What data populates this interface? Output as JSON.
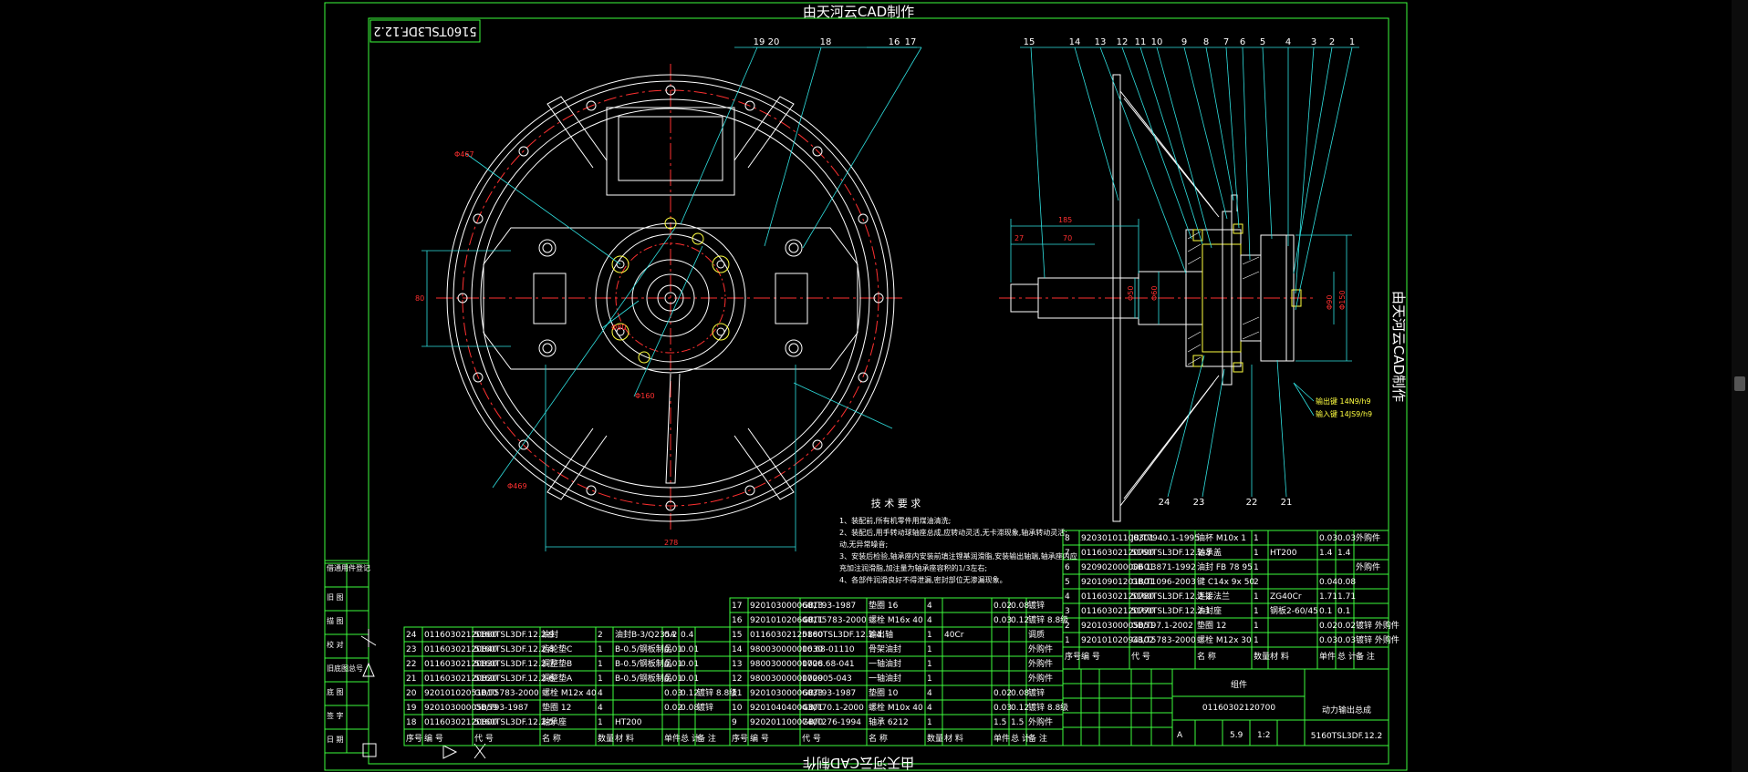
{
  "watermark": "由天河云CAD制作",
  "drawing_code_rotated": "5160TSL3DF.12.2",
  "tech_title": "技 术 要 求",
  "tech_notes": [
    "1、装配前,所有机零件用煤油清洗;",
    "2、装配后,用手转动球轴座总成,应转动灵活,无卡滞现象,轴承转动灵活;",
    "   动,无异常噪音;",
    "3、安装后检验,轴承座内安装前填注锂基润滑脂,安装输出轴端,轴承座内应",
    "   充加注润滑脂,加注量为轴承座容积的1/3左右;",
    "4、各部件润滑良好不得泄漏,密封部位无渗漏现象。"
  ],
  "dims": {
    "d_outer": "Φ467",
    "d_inner": "Φ469",
    "d_pcd": "Φ160",
    "d_hub": "Φ80",
    "h_80": "80",
    "w_278": "278",
    "l_185": "185",
    "l_27": "27",
    "l_70": "70",
    "d_shaft1": "Φ50",
    "d_shaft2": "Φ60",
    "d_flange": "Φ90",
    "d_flange2": "Φ150",
    "key1": "输出键 14N9/h9",
    "key2": "输入键 14JS9/h9"
  },
  "front_callouts": [
    "19",
    "20",
    "18",
    "16",
    "17"
  ],
  "side_callouts": [
    "15",
    "14",
    "13",
    "12",
    "11",
    "10",
    "9",
    "8",
    "7",
    "6",
    "5",
    "4",
    "3",
    "2",
    "1"
  ],
  "bottom_callouts": [
    "24",
    "23",
    "22",
    "21"
  ],
  "bom_left": [
    [
      "24",
      "01160302120860",
      "5160TSL3DF.12.2-9",
      "油封",
      "2",
      "油封B-3/Q235A",
      "0.2",
      "0.4",
      ""
    ],
    [
      "23",
      "01160302120840",
      "5160TSL3DF.12.2-8",
      "齿轮垫C",
      "1",
      "B-0.5/钢板制品",
      "0.01",
      "0.01",
      ""
    ],
    [
      "22",
      "01160302120830",
      "5160TSL3DF.12.2-7",
      "调整垫B",
      "1",
      "B-0.5/钢板制品",
      "0.01",
      "0.01",
      ""
    ],
    [
      "21",
      "01160302120820",
      "5160TSL3DF.12.2-6",
      "调整垫A",
      "1",
      "B-0.5/钢板制品",
      "0.01",
      "0.01",
      ""
    ],
    [
      "20",
      "92010102051010",
      "GB/T5783-2000",
      "螺栓 M12x 40",
      "4",
      "",
      "0.03",
      "0.12",
      "镀锌 8.8级"
    ],
    [
      "19",
      "92010300005059",
      "GB/T93-1987",
      "垫圈 12",
      "4",
      "",
      "0.02",
      "0.08",
      "镀锌"
    ],
    [
      "18",
      "01160302120800",
      "5160TSL3DF.12.2-5",
      "轴承座",
      "1",
      "HT200",
      "",
      "",
      ""
    ]
  ],
  "bom_mid": [
    [
      "17",
      "92010300006013",
      "GB/T93-1987",
      "垫圈 16",
      "4",
      "",
      "0.02",
      "0.08",
      "镀锌"
    ],
    [
      "16",
      "92010102064011",
      "GB/T5783-2000",
      "螺栓 M16x 40",
      "4",
      "",
      "0.03",
      "0.12",
      "镀锌 8.8级"
    ],
    [
      "15",
      "01160302120880",
      "5160TSL3DF.12.2-4",
      "输出轴",
      "1",
      "40Cr",
      "",
      "",
      "调质"
    ],
    [
      "14",
      "98003000000030",
      "16.68-01110",
      "骨架油封",
      "1",
      "",
      "",
      "",
      "外购件"
    ],
    [
      "13",
      "98003000000028",
      "1706.68-041",
      "一轴油封",
      "1",
      "",
      "",
      "",
      "外购件"
    ],
    [
      "12",
      "98003000000029",
      "170005-043",
      "一轴油封",
      "1",
      "",
      "",
      "",
      "外购件"
    ],
    [
      "11",
      "92010300006033",
      "GB/T93-1987",
      "垫圈 10",
      "4",
      "",
      "0.02",
      "0.08",
      "镀锌"
    ],
    [
      "10",
      "92010404004301",
      "GB/T70.1-2000",
      "螺栓 M10x 40",
      "4",
      "",
      "0.03",
      "0.12",
      "镀锌 8.8级"
    ],
    [
      "9",
      "92020110007400",
      "GB/T276-1994",
      "轴承 6212",
      "1",
      "",
      "1.5",
      "1.5",
      "外购件"
    ]
  ],
  "bom_right": [
    [
      "8",
      "92030101100301",
      "JB/T7940.1-1995",
      "油杯 M10x 1",
      "1",
      "",
      "0.03",
      "0.03",
      "外购件"
    ],
    [
      "7",
      "01160302120790",
      "5160TSL3DF.12.2-3",
      "轴承盖",
      "1",
      "HT200",
      "1.4",
      "1.4",
      ""
    ],
    [
      "6",
      "92090200000601",
      "GB 13871-1992",
      "油封 FB 78 95",
      "1",
      "",
      "",
      "",
      "外购件"
    ],
    [
      "5",
      "92010901201801",
      "GB/T1096-2003",
      "键 C14x 9x 50",
      "2",
      "",
      "0.04",
      "0.08",
      ""
    ],
    [
      "4",
      "01160302120780",
      "5160TSL3DF.12.2-2",
      "连接法兰",
      "1",
      "ZG40Cr",
      "1.71",
      "1.71",
      ""
    ],
    [
      "3",
      "01160302120770",
      "5160TSL3DF.12.2-1",
      "油封座",
      "1",
      "钢板2-60/45",
      "0.1",
      "0.1",
      ""
    ],
    [
      "2",
      "92010300005051",
      "GB/T97.1-2002",
      "垫圈 12",
      "1",
      "",
      "0.02",
      "0.02",
      "镀锌 外购件"
    ],
    [
      "1",
      "92010102094102",
      "GB/T5783-2000",
      "螺栓 M12x 30",
      "1",
      "",
      "0.03",
      "0.03",
      "镀锌 外购件"
    ]
  ],
  "bom_header": [
    "序号",
    "编 号",
    "代 号",
    "名 称",
    "数量",
    "材 料",
    "单件",
    "总 计",
    "备 注"
  ],
  "title_block": {
    "kind": "组件",
    "number": "01160302120700",
    "name": "动力输出总成",
    "code": "5160TSL3DF.12.2",
    "weight": "5.9",
    "scale": "1:2",
    "stage": "A"
  },
  "side_labels": [
    "借通用件登记",
    "旧 图",
    "描 图",
    "校 对",
    "旧底图总号",
    "底 图",
    "签 字",
    "日 期"
  ],
  "colors": {
    "frame": "#3dfc3d",
    "line": "#ffffff",
    "centerline": "#ff3030",
    "hidden": "#ffff40",
    "dimension": "#2fe0e0",
    "red": "#ff3030"
  }
}
